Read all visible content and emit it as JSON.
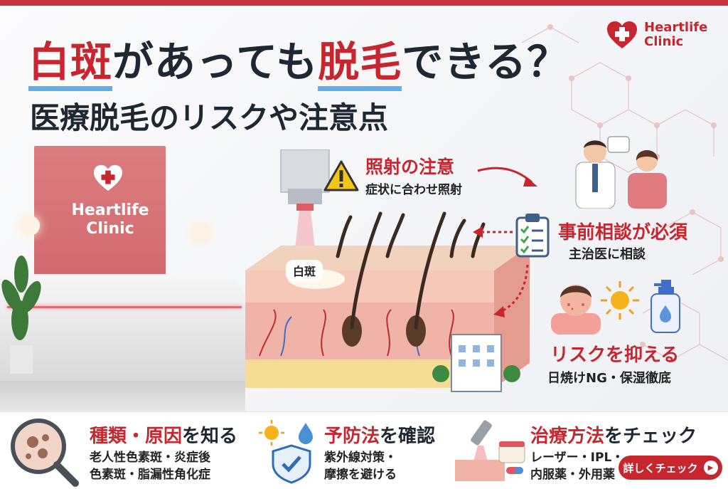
{
  "header": {
    "title_part1": "白斑",
    "title_part2": "があっても",
    "title_part3": "脱毛",
    "title_part4": "できる？",
    "subtitle": "医療脱毛のリスクや注意点"
  },
  "brand": {
    "name_line1": "Heartlife",
    "name_line2": "Clinic"
  },
  "diagram": {
    "skin_label": "白斑",
    "warning_title": "照射の注意",
    "warning_sub": "症状に合わせ照射",
    "consult_title": "事前相談が必須",
    "consult_sub": "主治医に相談",
    "risk_title": "リスクを抑える",
    "risk_sub": "日焼けNG・保湿徹底"
  },
  "cards": [
    {
      "title_red": "種類・原因",
      "title_black": "を知る",
      "line1": "老人性色素斑・炎症後",
      "line2": "色素斑・脂漏性角化症"
    },
    {
      "title_red": "予防法",
      "title_black": "を確認",
      "line1": "紫外線対策・",
      "line2": "摩擦を避ける"
    },
    {
      "title_red": "治療方法",
      "title_black": "をチェック",
      "line1": "レーザー・IPL・",
      "line2": "内服薬・外用薬"
    }
  ],
  "cta": {
    "label": "詳しくチェック",
    "icon": "play-icon"
  },
  "colors": {
    "accent": "#c8262f",
    "underline": "#63aee6",
    "text": "#1f2733"
  }
}
